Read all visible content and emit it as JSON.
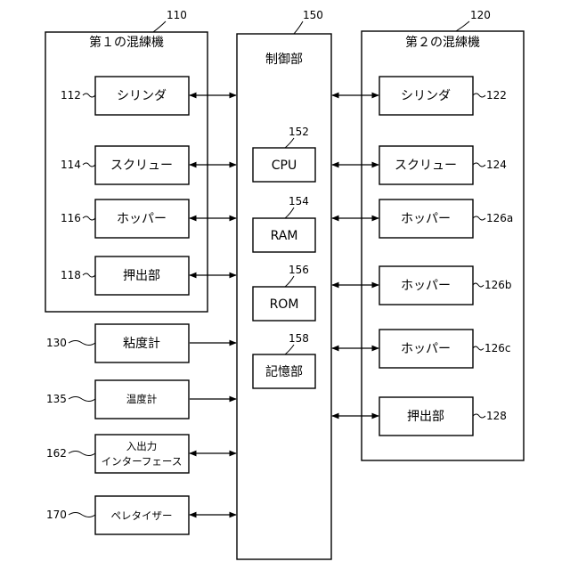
{
  "mixer1": {
    "ref": "110",
    "title": "第１の混練機",
    "cylinder": {
      "ref": "112",
      "label": "シリンダ"
    },
    "screw": {
      "ref": "114",
      "label": "スクリュー"
    },
    "hopper": {
      "ref": "116",
      "label": "ホッパー"
    },
    "extruder": {
      "ref": "118",
      "label": "押出部"
    }
  },
  "controller": {
    "ref": "150",
    "title": "制御部",
    "cpu": {
      "ref": "152",
      "label": "CPU"
    },
    "ram": {
      "ref": "154",
      "label": "RAM"
    },
    "rom": {
      "ref": "156",
      "label": "ROM"
    },
    "storage": {
      "ref": "158",
      "label": "記憶部"
    }
  },
  "mixer2": {
    "ref": "120",
    "title": "第２の混練機",
    "cylinder": {
      "ref": "122",
      "label": "シリンダ"
    },
    "screw": {
      "ref": "124",
      "label": "スクリュー"
    },
    "hopper_a": {
      "ref": "126a",
      "label": "ホッパー"
    },
    "hopper_b": {
      "ref": "126b",
      "label": "ホッパー"
    },
    "hopper_c": {
      "ref": "126c",
      "label": "ホッパー"
    },
    "extruder": {
      "ref": "128",
      "label": "押出部"
    }
  },
  "viscometer": {
    "ref": "130",
    "label": "粘度計"
  },
  "thermometer": {
    "ref": "135",
    "label": "温度計"
  },
  "io_interface": {
    "ref": "162",
    "label_line1": "入出力",
    "label_line2": "インターフェース"
  },
  "pelletizer": {
    "ref": "170",
    "label": "ペレタイザー"
  }
}
